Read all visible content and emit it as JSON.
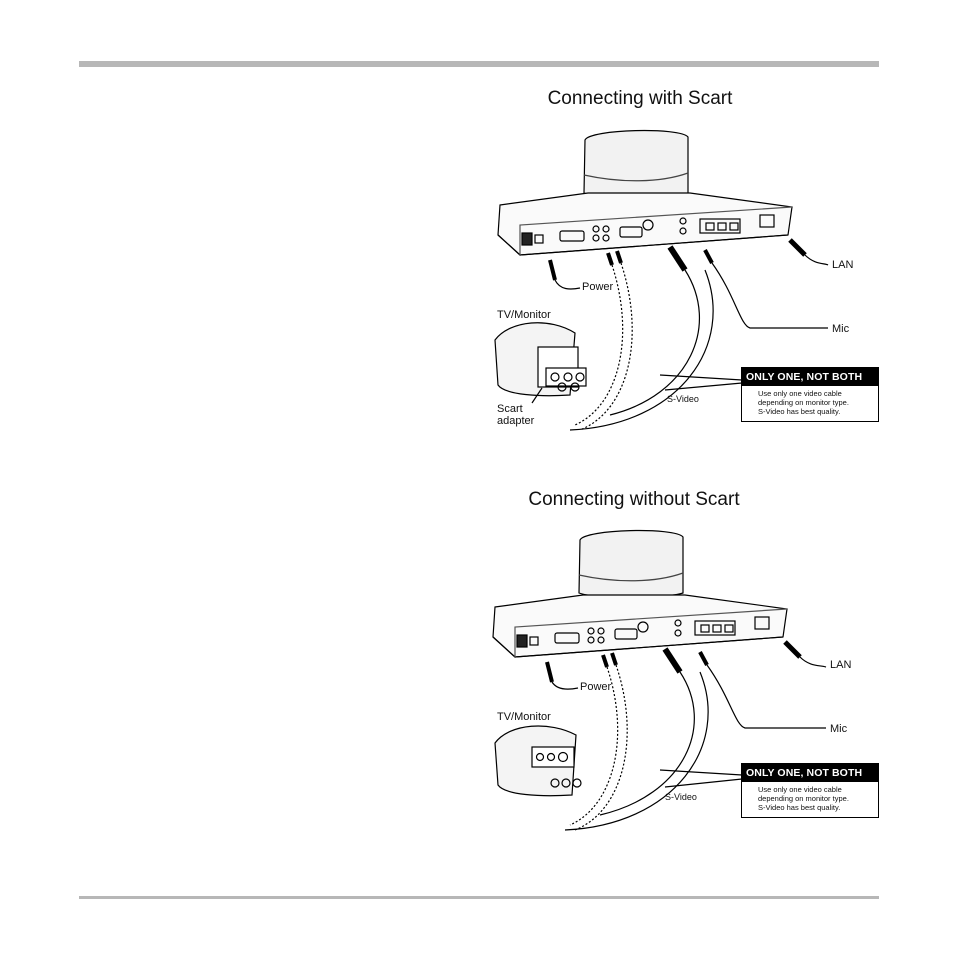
{
  "diagrams": [
    {
      "title": "Connecting with Scart",
      "labels": {
        "lan": "LAN",
        "power": "Power",
        "tv": "TV/Monitor",
        "mic": "Mic",
        "svideo": "S-Video",
        "scart_line1": "Scart",
        "scart_line2": "adapter"
      },
      "notice": {
        "heading": "ONLY ONE, NOT BOTH",
        "lines": [
          "Use only one video cable",
          "depending on monitor type.",
          "S-Video has best quality."
        ]
      }
    },
    {
      "title": "Connecting without Scart",
      "labels": {
        "lan": "LAN",
        "power": "Power",
        "tv": "TV/Monitor",
        "mic": "Mic",
        "svideo": "S-Video"
      },
      "notice": {
        "heading": "ONLY ONE, NOT BOTH",
        "lines": [
          "Use only one video cable",
          "depending on monitor type.",
          "S-Video has best quality."
        ]
      }
    }
  ]
}
